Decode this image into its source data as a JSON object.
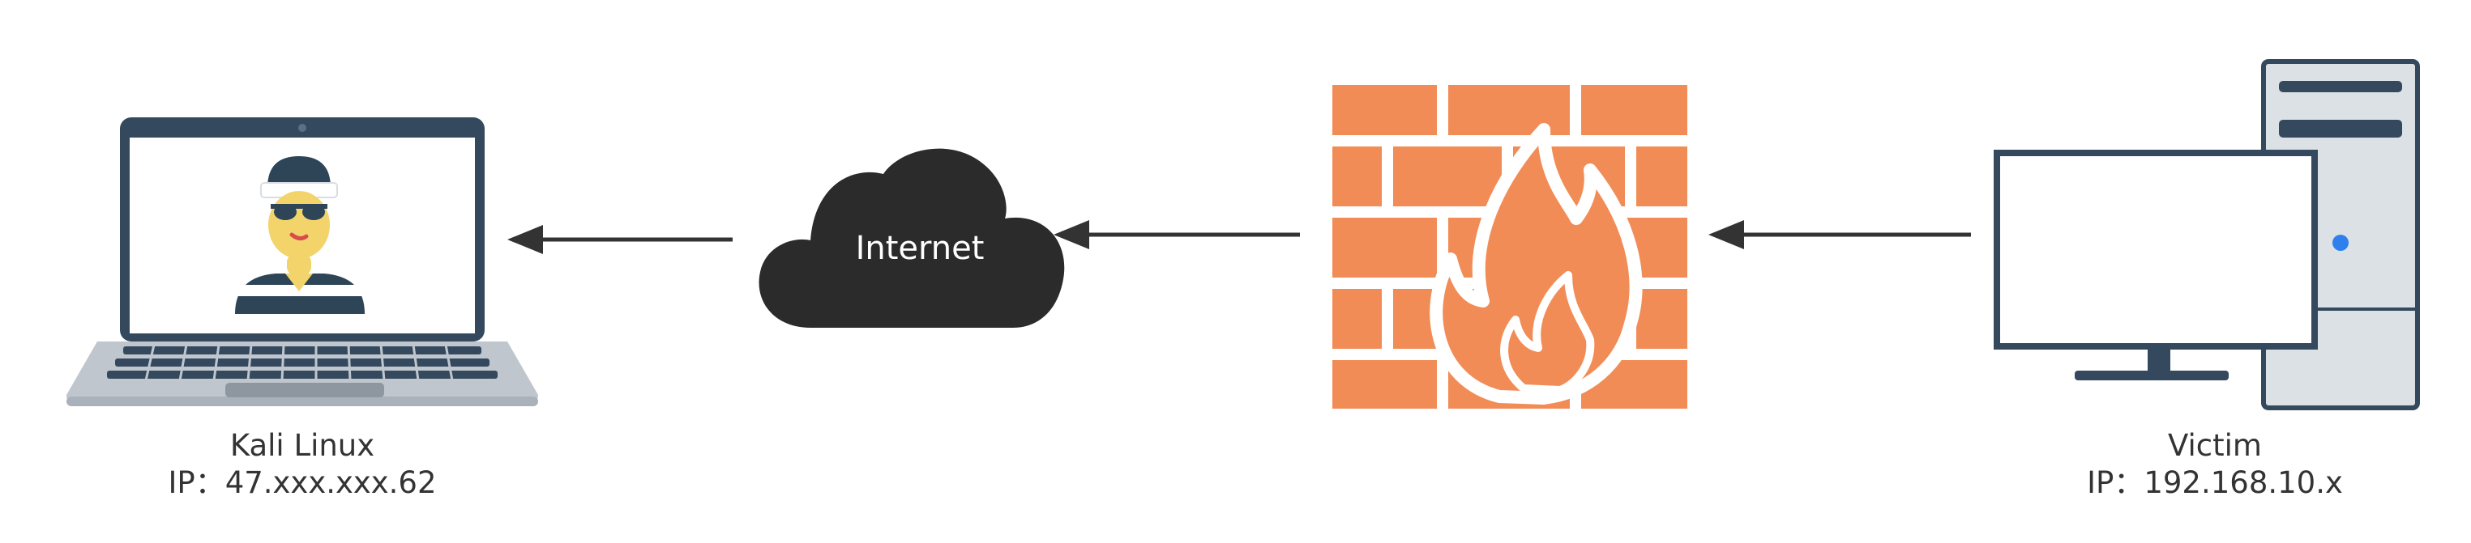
{
  "nodes": {
    "attacker": {
      "name": "Kali Linux",
      "ip": "IP：47.xxx.xxx.62"
    },
    "internet": {
      "label": "Internet"
    },
    "victim": {
      "name": "Victim",
      "ip": "IP：192.168.10.x"
    }
  },
  "colors": {
    "firewall": "#F28C56",
    "cloud": "#2B2B2B",
    "arrow": "#333333",
    "laptop_frame": "#34495E",
    "computer_case": "#DCE1E6",
    "power_led": "#2F80ED"
  },
  "icons": {
    "attacker": "hacker-laptop-icon",
    "internet": "cloud-icon",
    "firewall": "brick-firewall-icon",
    "victim": "desktop-computer-icon"
  }
}
